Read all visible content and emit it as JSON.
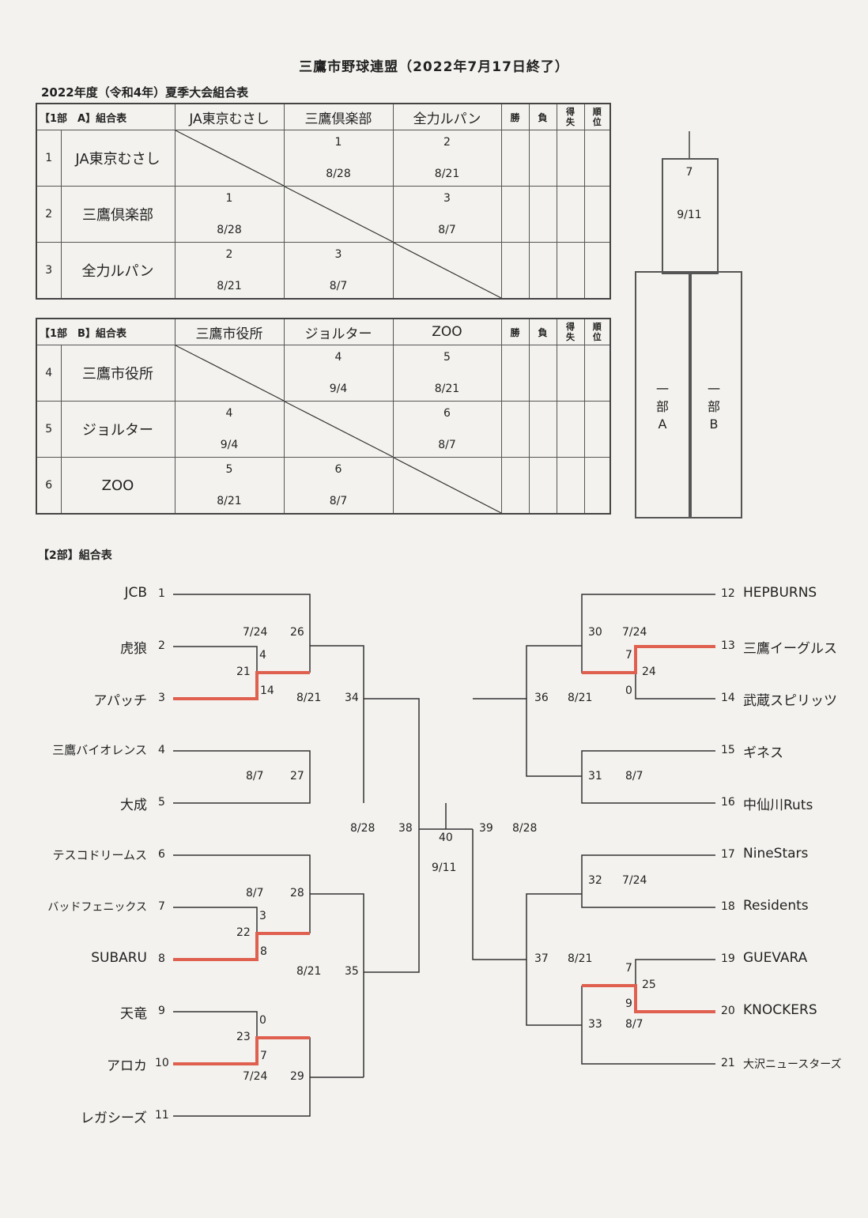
{
  "title": "三鷹市野球連盟（2022年7月17日終了）",
  "subtitle": "2022年度（令和4年）夏季大会組合表",
  "div1a": {
    "label": "【1部　A】組合表",
    "cols": [
      "JA東京むさし",
      "三鷹倶楽部",
      "全力ルパン"
    ],
    "win": "勝",
    "lose": "負",
    "diff1": "得",
    "diff2": "失",
    "rank1": "順",
    "rank2": "位",
    "rows": [
      {
        "num": "1",
        "team": "JA東京むさし",
        "c": [
          null,
          {
            "n": "1",
            "d": "8/28"
          },
          {
            "n": "2",
            "d": "8/21"
          }
        ]
      },
      {
        "num": "2",
        "team": "三鷹倶楽部",
        "c": [
          {
            "n": "1",
            "d": "8/28"
          },
          null,
          {
            "n": "3",
            "d": "8/7"
          }
        ]
      },
      {
        "num": "3",
        "team": "全力ルパン",
        "c": [
          {
            "n": "2",
            "d": "8/21"
          },
          {
            "n": "3",
            "d": "8/7"
          },
          null
        ]
      }
    ]
  },
  "div1b": {
    "label": "【1部　B】組合表",
    "cols": [
      "三鷹市役所",
      "ジョルター",
      "ZOO"
    ],
    "win": "勝",
    "lose": "負",
    "diff1": "得",
    "diff2": "失",
    "rank1": "順",
    "rank2": "位",
    "rows": [
      {
        "num": "4",
        "team": "三鷹市役所",
        "c": [
          null,
          {
            "n": "4",
            "d": "9/4"
          },
          {
            "n": "5",
            "d": "8/21"
          }
        ]
      },
      {
        "num": "5",
        "team": "ジョルター",
        "c": [
          {
            "n": "4",
            "d": "9/4"
          },
          null,
          {
            "n": "6",
            "d": "8/7"
          }
        ]
      },
      {
        "num": "6",
        "team": "ZOO",
        "c": [
          {
            "n": "5",
            "d": "8/21"
          },
          {
            "n": "6",
            "d": "8/7"
          },
          null
        ]
      }
    ]
  },
  "final1": {
    "num": "7",
    "date": "9/11",
    "a1": "一",
    "a2": "部",
    "a3": "A",
    "b1": "一",
    "b2": "部",
    "b3": "B"
  },
  "div2": {
    "label": "【2部】組合表",
    "left_teams": [
      {
        "name": "JCB",
        "num": "1"
      },
      {
        "name": "虎狼",
        "num": "2"
      },
      {
        "name": "アパッチ",
        "num": "3"
      },
      {
        "name": "三鷹バイオレンス",
        "num": "4"
      },
      {
        "name": "大成",
        "num": "5"
      },
      {
        "name": "テスコドリームス",
        "num": "6"
      },
      {
        "name": "バッドフェニックス",
        "num": "7"
      },
      {
        "name": "SUBARU",
        "num": "8"
      },
      {
        "name": "天竜",
        "num": "9"
      },
      {
        "name": "アロカ",
        "num": "10"
      },
      {
        "name": "レガシーズ",
        "num": "11"
      }
    ],
    "right_teams": [
      {
        "name": "HEPBURNS",
        "num": "12"
      },
      {
        "name": "三鷹イーグルス",
        "num": "13"
      },
      {
        "name": "武蔵スピリッツ",
        "num": "14"
      },
      {
        "name": "ギネス",
        "num": "15"
      },
      {
        "name": "中仙川Ruts",
        "num": "16"
      },
      {
        "name": "NineStars",
        "num": "17"
      },
      {
        "name": "Residents",
        "num": "18"
      },
      {
        "name": "GUEVARA",
        "num": "19"
      },
      {
        "name": "KNOCKERS",
        "num": "20"
      },
      {
        "name": "大沢ニュースターズ",
        "num": "21"
      }
    ],
    "labels": {
      "m21": "21",
      "m21s1": "4",
      "m21s2": "14",
      "m26d": "7/24",
      "m26": "26",
      "m27d": "8/7",
      "m27": "27",
      "m34d": "8/21",
      "m34": "34",
      "m22": "22",
      "m22s1": "3",
      "m22s2": "8",
      "m28d": "8/7",
      "m28": "28",
      "m23": "23",
      "m23s1": "0",
      "m23s2": "7",
      "m29d": "7/24",
      "m29": "29",
      "m35d": "8/21",
      "m35": "35",
      "m38d": "8/28",
      "m38": "38",
      "m40": "40",
      "m40d": "9/11",
      "m39": "39",
      "m39d": "8/28",
      "m30": "30",
      "m30d": "7/24",
      "m24": "24",
      "m24s1": "7",
      "m24s2": "0",
      "m36": "36",
      "m36d": "8/21",
      "m31": "31",
      "m31d": "8/7",
      "m32": "32",
      "m32d": "7/24",
      "m37": "37",
      "m37d": "8/21",
      "m25": "25",
      "m25s1": "7",
      "m25s2": "9",
      "m33": "33",
      "m33d": "8/7"
    }
  },
  "colors": {
    "line": "#333333",
    "winner": "#e06050"
  }
}
